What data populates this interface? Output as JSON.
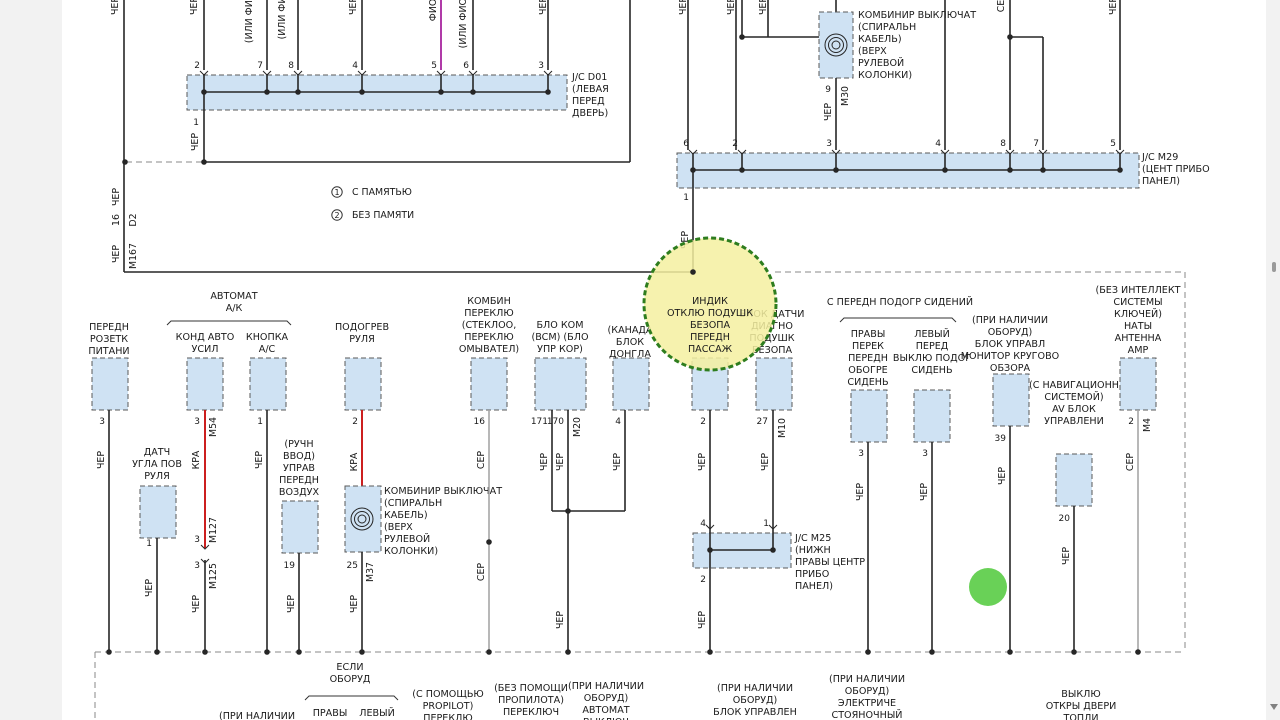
{
  "colors": {
    "connector_fill": "#cfe2f3",
    "wire": "#262626",
    "red_wire": "#cc1f1f",
    "gray_wire": "#a6a6a6",
    "violet_wire": "#b03aa8",
    "highlight_fill": "#f5f0a0",
    "highlight_ring": "#2e7d1e",
    "cursor_dot": "#4fc93a"
  },
  "legend": [
    {
      "num": "1",
      "text": "С ПАМЯТЬЮ"
    },
    {
      "num": "2",
      "text": "БЕЗ ПАМЯТИ"
    }
  ],
  "jc_d01": {
    "lines": [
      "J/C D01",
      "(ЛЕВАЯ",
      "ПЕРЕД",
      "ДВЕРЬ)"
    ],
    "pins": [
      "2",
      "7",
      "8",
      "4",
      "5",
      "6",
      "3"
    ],
    "bottom_pin": "1"
  },
  "jc_m29": {
    "lines": [
      "J/C M29",
      "(ЦЕНТ ПРИБО",
      "ПАНЕЛ)"
    ],
    "pins": [
      "6",
      "2",
      "3",
      "4",
      "8",
      "7",
      "5"
    ],
    "bottom_pin": "1"
  },
  "jc_m25": {
    "lines": [
      "J/C M25",
      "(НИЖН",
      "ПРАВЫ ЦЕНТР",
      "ПРИБО",
      "ПАНЕЛ)"
    ],
    "pins": [
      "4",
      "1"
    ],
    "bottom_pin": "2"
  },
  "top_combination_switch": {
    "lines": [
      "КОМБИНИР ВЫКЛЮЧАТ",
      "(СПИРАЛЬН",
      "КАБЕЛЬ)",
      "(ВЕРХ",
      "РУЛЕВОЙ",
      "КОЛОНКИ)"
    ],
    "pin": "9",
    "conn": "M30",
    "wire": "ЧЕР"
  },
  "top_wires": [
    {
      "label": "ЧЕР"
    },
    {
      "label": "ЧЕР"
    },
    {
      "label": "(ИЛИ ФИО"
    },
    {
      "label": "(ИЛИ ФИ"
    },
    {
      "label": "ЧЕР"
    },
    {
      "label": "ЧЕР"
    },
    {
      "label": "ФИО"
    },
    {
      "label": "(ИЛИ ФИОЧ"
    },
    {
      "label": "ЧЕР"
    },
    {
      "label": "ЧЕР"
    },
    {
      "label": "ЧЕР"
    },
    {
      "label": "ЧЕР"
    },
    {
      "label": "СЕ"
    },
    {
      "label": "ЧЕР"
    }
  ],
  "left_ground": {
    "pin": "16",
    "wire": "ЧЕР",
    "conn": "D2",
    "conn2": "M167",
    "wire2": "ЧЕР",
    "below_d01": "ЧЕР"
  },
  "groups": {
    "auto_ac": [
      "АВТОМАТ",
      "А/К"
    ],
    "front_heat": "С ПЕРЕДН ПОДОГР СИДЕНИЙ"
  },
  "components": [
    {
      "id": "front-socket",
      "lines": [
        "ПЕРЕДН",
        "РОЗЕТК",
        "ПИТАНИ"
      ],
      "pin": "3",
      "wire": "ЧЕР"
    },
    {
      "id": "ac-amp",
      "lines": [
        "КОНД АВТО",
        "УСИЛ"
      ],
      "pin": "3",
      "conn": "M54",
      "wire": "КРА",
      "pin2": "3",
      "conn2": "M127",
      "pin3": "3",
      "conn3": "M125",
      "wire3": "ЧЕР"
    },
    {
      "id": "ac-switch",
      "lines": [
        "КНОПКА",
        "А/С"
      ],
      "pin": "1",
      "wire": "ЧЕР"
    },
    {
      "id": "steer-angle",
      "lines": [
        "ДАТЧ",
        "УГЛА ПОВ",
        "РУЛЯ"
      ],
      "pin": "1",
      "wire": "ЧЕР"
    },
    {
      "id": "air-manual",
      "lines": [
        "(РУЧН",
        "ВВОД)",
        "УПРАВ",
        "ПЕРЕДН",
        "ВОЗДУХ"
      ],
      "pin": "19",
      "wire": "ЧЕР"
    },
    {
      "id": "steer-heat",
      "lines": [
        "ПОДОГРЕВ",
        "РУЛЯ"
      ],
      "pin": "2",
      "wire": "КРА"
    },
    {
      "id": "combo-switch-2",
      "lines": [
        "КОМБИНИР ВЫКЛЮЧАТ",
        "(СПИРАЛЬН",
        "КАБЕЛЬ)",
        "(ВЕРХ",
        "РУЛЕВОЙ",
        "КОЛОНКИ)"
      ],
      "pin": "25",
      "conn": "M37",
      "wire": "ЧЕР"
    },
    {
      "id": "wiper-switch",
      "lines": [
        "КОМБИН",
        "ПЕРЕКЛЮ",
        "(СТЕКЛОО,",
        "ПЕРЕКЛЮ",
        "ОМЫВАТЕЛ)"
      ],
      "pin": "16",
      "wire": "СЕР",
      "wire2": "СЕР"
    },
    {
      "id": "bcm",
      "lines": [
        "БЛО КОМ",
        "(BCM) (БЛО",
        "УПР КОР)"
      ],
      "pin": "171",
      "pin2": "170",
      "conn": "M20",
      "wire": "ЧЕР",
      "wire2": "ЧЕР",
      "wire3": "ЧЕР"
    },
    {
      "id": "dongle",
      "lines": [
        "(КАНАДА",
        "БЛОК",
        "ДОНГЛА"
      ],
      "pin": "4",
      "wire": "ЧЕР"
    },
    {
      "id": "airbag-ind",
      "lines": [
        "ИНДИК",
        "ОТКЛЮ ПОДУШК",
        "БЕЗОПА",
        "ПЕРЕДН",
        "ПАССАЖ"
      ],
      "pin": "2",
      "wire": "ЧЕР"
    },
    {
      "id": "airbag-sensor",
      "lines": [
        "БЛОК ДАТЧИ",
        "ДИАГНО",
        "ПОДУШК",
        "БЕЗОПА"
      ],
      "pin": "27",
      "conn": "M10",
      "wire": "ЧЕР"
    },
    {
      "id": "seat-heat-r",
      "lines": [
        "ПРАВЫ",
        "ПЕРЕК",
        "ПЕРЕДН",
        "ОБОГРЕ",
        "СИДЕНЬ"
      ],
      "pin": "3",
      "wire": "ЧЕР"
    },
    {
      "id": "seat-heat-l",
      "lines": [
        "ЛЕВЫЙ",
        "ПЕРЕД",
        "ВЫКЛЮ ПОДОГ",
        "СИДЕНЬ"
      ],
      "pin": "3",
      "wire": "ЧЕР"
    },
    {
      "id": "avm",
      "lines": [
        "(ПРИ НАЛИЧИИ",
        "ОБОРУД)",
        "БЛОК УПРАВЛ",
        "МОНИТОР КРУГОВО",
        "ОБЗОРА"
      ],
      "pin": "39",
      "wire": "ЧЕР"
    },
    {
      "id": "av-unit",
      "lines": [
        "(С НАВИГАЦИОНН",
        "СИСТЕМОЙ)",
        "AV БЛОК",
        "УПРАВЛЕНИ"
      ],
      "pin": "20",
      "wire": "ЧЕР"
    },
    {
      "id": "key-antenna",
      "lines": [
        "(БЕЗ ИНТЕЛЛЕКТ",
        "СИСТЕМЫ",
        "КЛЮЧЕЙ)",
        "НАТЫ",
        "АНТЕННА",
        "AMP"
      ],
      "pin": "2",
      "conn": "M4",
      "wire": "СЕР"
    }
  ],
  "jc_m25_wires": [
    "ЧЕР",
    "ЧЕР"
  ],
  "bottom_labels": [
    [
      "(ПРИ НАЛИЧИИ"
    ],
    [
      "ЕСЛИ",
      "ОБОРУД"
    ],
    [
      "ПРАВЫ",
      "ЛЕВЫЙ"
    ],
    [
      "(С ПОМОЩЬЮ",
      "PROPILOT)",
      "ПЕРЕКЛЮ"
    ],
    [
      "(БЕЗ ПОМОЩИ",
      "ПРОПИЛОТА)",
      "ПЕРЕКЛЮЧ"
    ],
    [
      "(ПРИ НАЛИЧИИ",
      "ОБОРУД)",
      "АВТОМАТ",
      "ВЫКЛЮЧ"
    ],
    [
      "(ПРИ НАЛИЧИИ",
      "ОБОРУД)",
      "БЛОК УПРАВЛЕН"
    ],
    [
      "(ПРИ НАЛИЧИИ",
      "ОБОРУД)",
      "ЭЛЕКТРИЧЕ",
      "СТОЯНОЧНЫЙ"
    ],
    [
      "ВЫКЛЮ",
      "ОТКРЫ ДВЕРИ",
      "ТОПЛИ"
    ]
  ]
}
